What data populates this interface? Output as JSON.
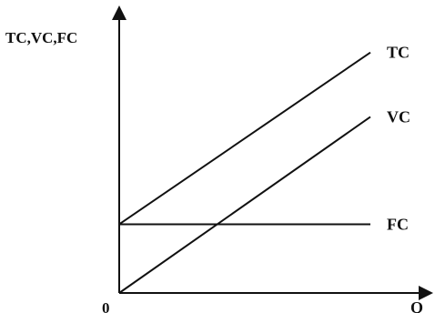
{
  "chart_data": {
    "type": "line",
    "title": "",
    "ylabel": "TC,VC,FC",
    "xlabel": "Q",
    "origin_label": "0",
    "xlim": [
      0,
      10
    ],
    "ylim": [
      0,
      10
    ],
    "grid": false,
    "series": [
      {
        "name": "TC",
        "x": [
          0,
          10
        ],
        "y": [
          3.2,
          11.2
        ],
        "color": "#111111"
      },
      {
        "name": "VC",
        "x": [
          0,
          10
        ],
        "y": [
          0,
          8.2
        ],
        "color": "#111111"
      },
      {
        "name": "FC",
        "x": [
          0,
          10
        ],
        "y": [
          3.2,
          3.2
        ],
        "color": "#111111"
      }
    ]
  }
}
